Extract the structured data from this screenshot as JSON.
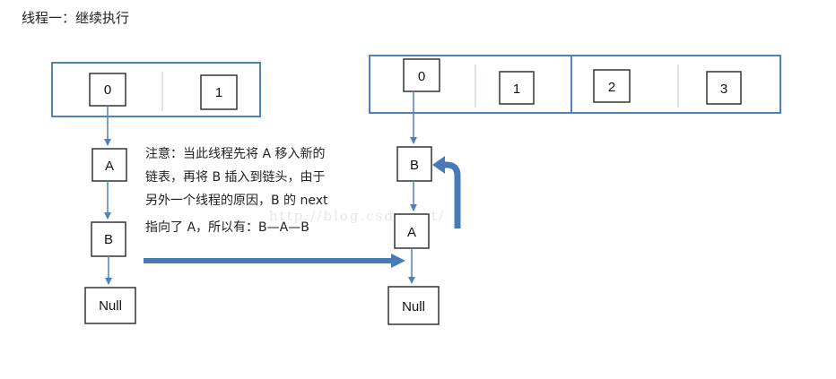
{
  "title": "线程一：继续执行",
  "left_array": {
    "slots": [
      "0",
      "1"
    ]
  },
  "right_array": {
    "slots": [
      "0",
      "1",
      "2",
      "3"
    ]
  },
  "left_chain": [
    "A",
    "B",
    "Null"
  ],
  "right_chain": [
    "B",
    "A",
    "Null"
  ],
  "note": {
    "lines": [
      "注意：当此线程先将 A 移入新的",
      "链表，再将 B 插入到链头，由于",
      "另外一个线程的原因，B 的 next",
      "指向了 A，所以有：B—A—B"
    ]
  },
  "watermark": "http://blog.csdn.net/",
  "colors": {
    "array_border": "#4f81bd",
    "line": "#4f81bd",
    "arrow": "#4a7ab5",
    "box_border": "#333333"
  }
}
